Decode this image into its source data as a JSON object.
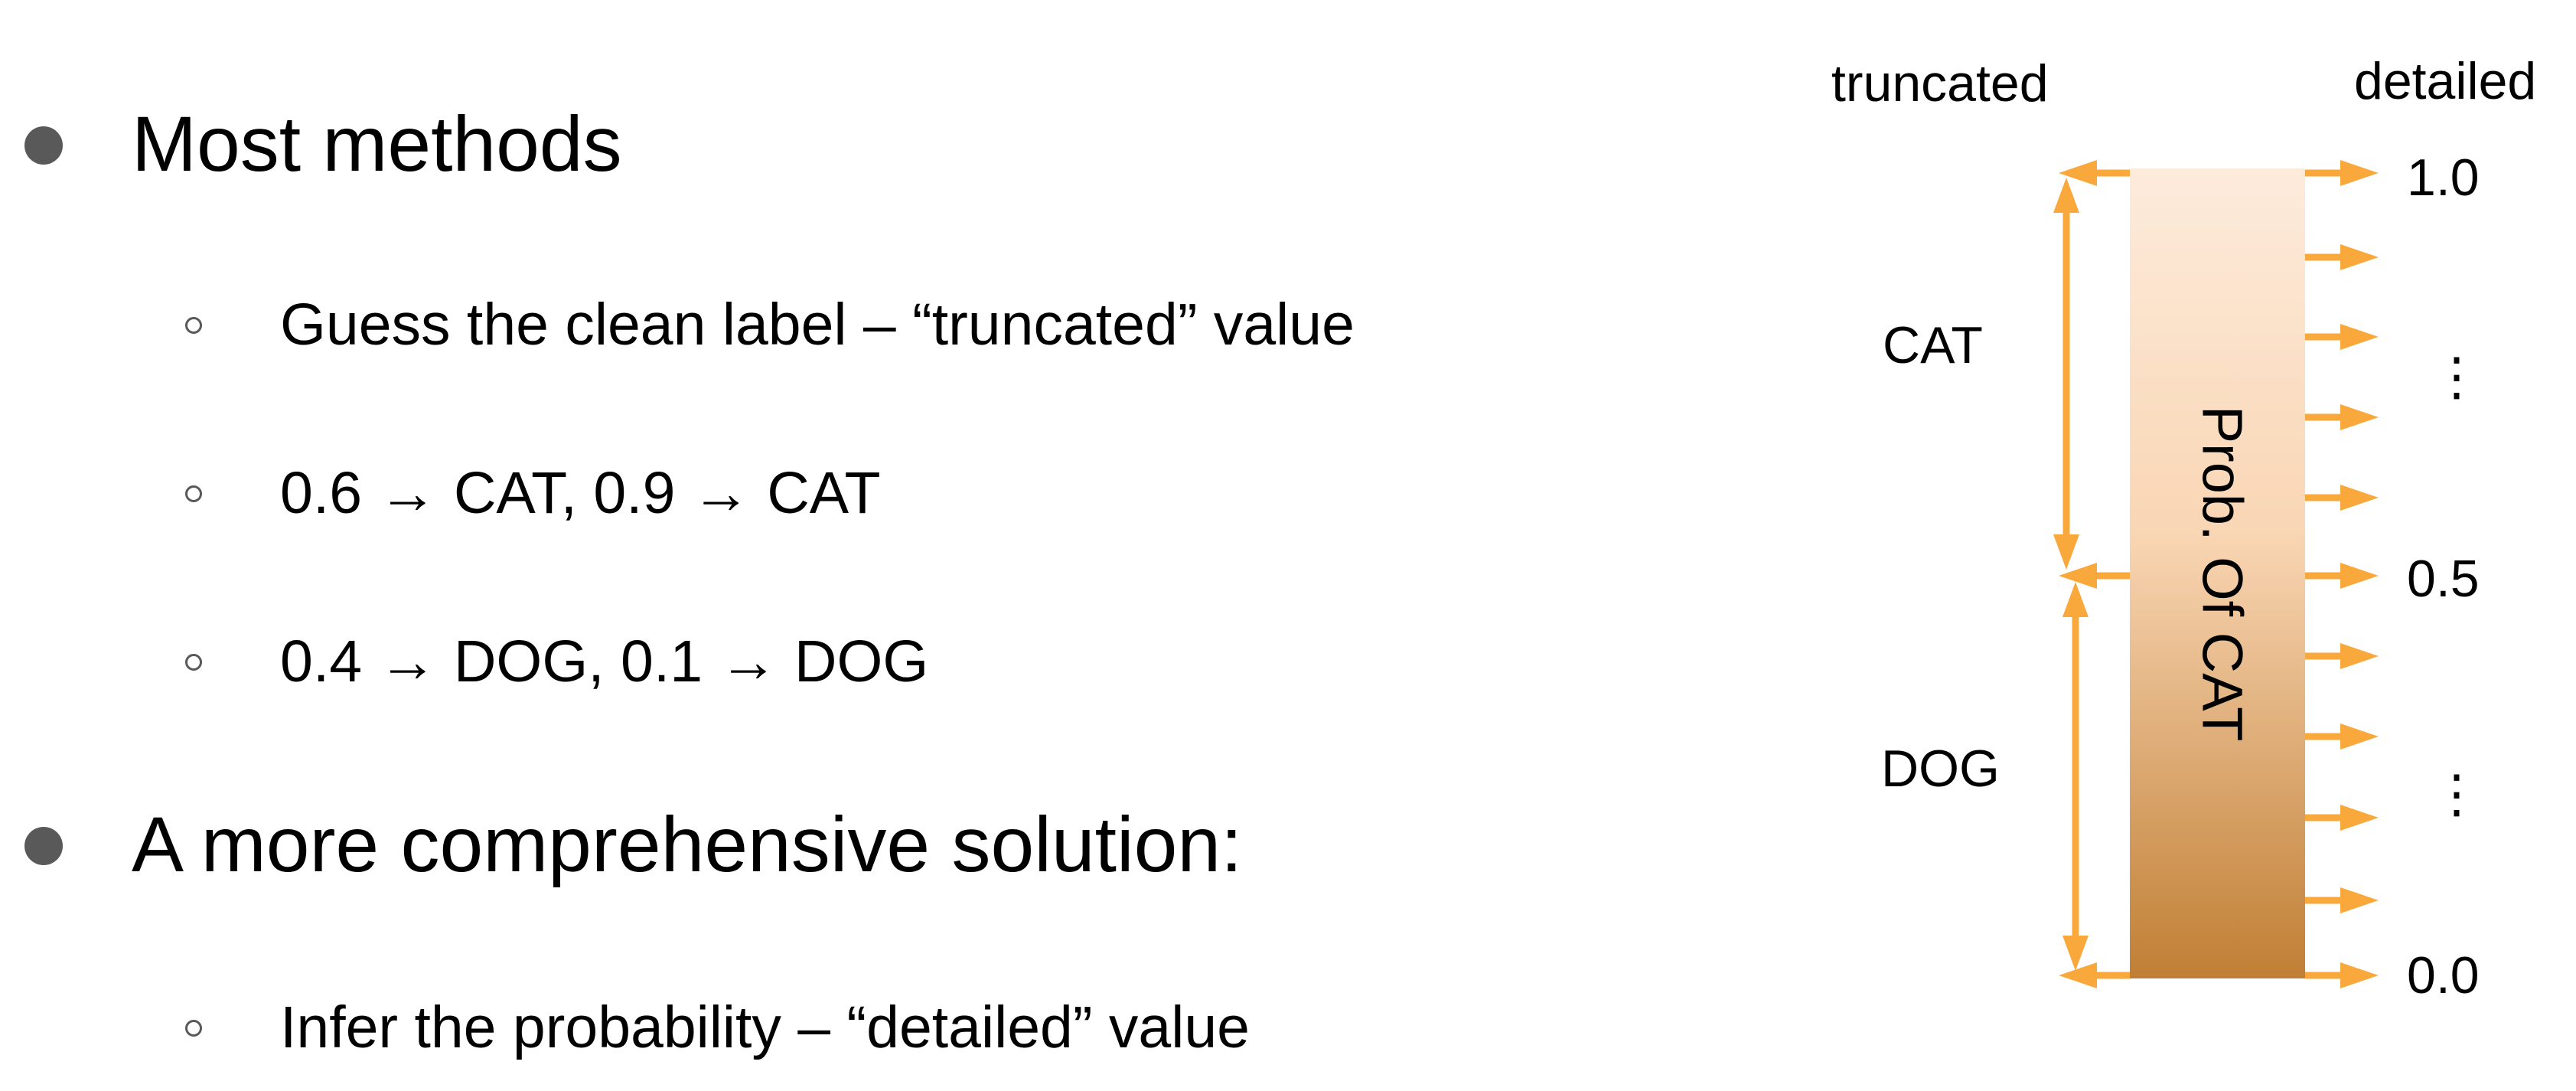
{
  "bullets": [
    {
      "text": "Most methods",
      "sub": [
        "Guess the clean label – “truncated” value",
        "0.6 → CAT, 0.9 → CAT",
        "0.4 → DOG, 0.1 → DOG"
      ]
    },
    {
      "text": "A more comprehensive solution:",
      "sub": [
        "Infer the probability – “detailed” value"
      ]
    }
  ],
  "diagram": {
    "left_header": "truncated",
    "right_header": "detailed",
    "bar_label": "Prob. Of CAT",
    "classes": [
      "CAT",
      "DOG"
    ],
    "ticks": [
      "1.0",
      "⋮",
      "0.5",
      "⋮",
      "0.0"
    ],
    "colors": {
      "arrow": "#F9A83C",
      "bar_top": "#FDEBDC",
      "bar_bottom": "#C07F34",
      "bullet": "#595959"
    }
  }
}
